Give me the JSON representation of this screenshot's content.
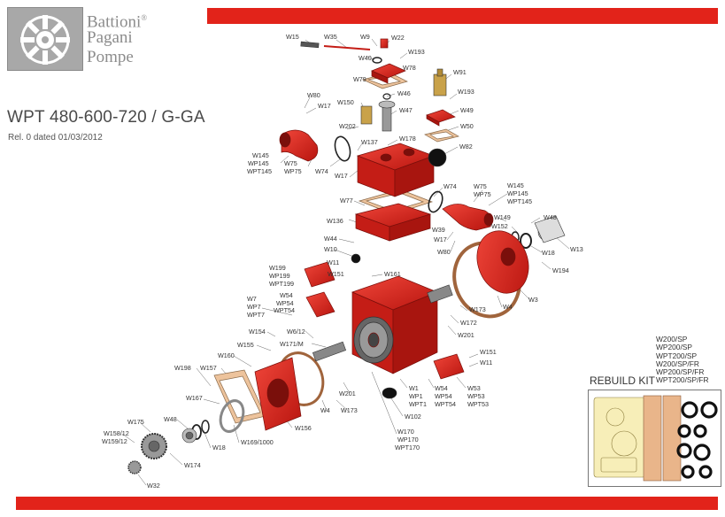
{
  "brand": {
    "line1": "Battioni",
    "line2": "Pagani",
    "line3": "Pompe",
    "registered": "®",
    "logo_icon": "rotor-logo-icon"
  },
  "document": {
    "title": "WPT 480-600-720 / G-GA",
    "revision": "Rel. 0 dated 01/03/2012"
  },
  "colors": {
    "accent_red": "#e2231a",
    "part_red": "#d8231d",
    "gasket": "#e8b98e",
    "logo_gray": "#a8a8a8"
  },
  "rebuild_kit": {
    "title": "REBUILD KIT",
    "codes": [
      "W200/SP",
      "WP200/SP",
      "WPT200/SP",
      "W200/SP/FR",
      "WP200/SP/FR",
      "WPT200/SP/FR"
    ]
  },
  "labels": [
    {
      "text": "W15"
    },
    {
      "text": "W35"
    },
    {
      "text": "W9"
    },
    {
      "text": "W22"
    },
    {
      "text": "W40"
    },
    {
      "text": "W193"
    },
    {
      "text": "W78"
    },
    {
      "text": "W79"
    },
    {
      "text": "W91"
    },
    {
      "text": "W46"
    },
    {
      "text": "W193"
    },
    {
      "text": "W80"
    },
    {
      "text": "W17"
    },
    {
      "text": "W150"
    },
    {
      "text": "W47"
    },
    {
      "text": "W49"
    },
    {
      "text": "W202"
    },
    {
      "text": "W50"
    },
    {
      "text": "W137"
    },
    {
      "text": "W178"
    },
    {
      "text": "W82"
    },
    {
      "text": "W145"
    },
    {
      "text": "WP145"
    },
    {
      "text": "WPT145"
    },
    {
      "text": "W75"
    },
    {
      "text": "WP75"
    },
    {
      "text": "W74"
    },
    {
      "text": "W17"
    },
    {
      "text": "W74"
    },
    {
      "text": "W75"
    },
    {
      "text": "WP75"
    },
    {
      "text": "W145"
    },
    {
      "text": "WP145"
    },
    {
      "text": "WPT145"
    },
    {
      "text": "W77"
    },
    {
      "text": "W149"
    },
    {
      "text": "W48"
    },
    {
      "text": "W152"
    },
    {
      "text": "W136"
    },
    {
      "text": "W39"
    },
    {
      "text": "W17"
    },
    {
      "text": "W44"
    },
    {
      "text": "W18"
    },
    {
      "text": "W13"
    },
    {
      "text": "W10"
    },
    {
      "text": "W80"
    },
    {
      "text": "W194"
    },
    {
      "text": "W11"
    },
    {
      "text": "W199"
    },
    {
      "text": "WP199"
    },
    {
      "text": "WPT199"
    },
    {
      "text": "W151"
    },
    {
      "text": "W161"
    },
    {
      "text": "W54"
    },
    {
      "text": "WP54"
    },
    {
      "text": "WPT54"
    },
    {
      "text": "W7"
    },
    {
      "text": "WP7"
    },
    {
      "text": "WPT7"
    },
    {
      "text": "W3"
    },
    {
      "text": "W4"
    },
    {
      "text": "W173"
    },
    {
      "text": "W172"
    },
    {
      "text": "W201"
    },
    {
      "text": "W154"
    },
    {
      "text": "W6/12"
    },
    {
      "text": "W155"
    },
    {
      "text": "W171/M"
    },
    {
      "text": "W151"
    },
    {
      "text": "W11"
    },
    {
      "text": "W160"
    },
    {
      "text": "W198"
    },
    {
      "text": "W157"
    },
    {
      "text": "W1"
    },
    {
      "text": "WP1"
    },
    {
      "text": "WPT1"
    },
    {
      "text": "W54"
    },
    {
      "text": "WP54"
    },
    {
      "text": "WPT54"
    },
    {
      "text": "W53"
    },
    {
      "text": "WP53"
    },
    {
      "text": "WPT53"
    },
    {
      "text": "W201"
    },
    {
      "text": "W167"
    },
    {
      "text": "W4"
    },
    {
      "text": "W173"
    },
    {
      "text": "W102"
    },
    {
      "text": "W175"
    },
    {
      "text": "W48"
    },
    {
      "text": "W18"
    },
    {
      "text": "W170"
    },
    {
      "text": "WP170"
    },
    {
      "text": "WPT170"
    },
    {
      "text": "W158/12"
    },
    {
      "text": "W159/12"
    },
    {
      "text": "W156"
    },
    {
      "text": "W169/1000"
    },
    {
      "text": "W174"
    },
    {
      "text": "W32"
    }
  ]
}
